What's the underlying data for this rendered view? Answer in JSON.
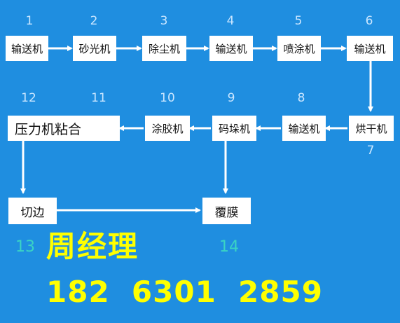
{
  "steps": [
    {
      "num": "1",
      "label": "输送机"
    },
    {
      "num": "2",
      "label": "砂光机"
    },
    {
      "num": "3",
      "label": "除尘机"
    },
    {
      "num": "4",
      "label": "输送机"
    },
    {
      "num": "5",
      "label": "喷涂机"
    },
    {
      "num": "6",
      "label": "输送机"
    },
    {
      "num": "7",
      "label": "烘干机"
    },
    {
      "num": "8",
      "label": "输送机"
    },
    {
      "num": "9",
      "label": "码垛机"
    },
    {
      "num": "10",
      "label": "涂胶机"
    },
    {
      "num": "11",
      "label": ""
    },
    {
      "num": "12",
      "label": "压力机粘合"
    },
    {
      "num": "13",
      "label": "切边"
    },
    {
      "num": "14",
      "label": "覆膜"
    }
  ],
  "contact": {
    "name": "周经理",
    "phone": "182  6301  2859"
  },
  "colors": {
    "background": "#1f8ee0",
    "box": "#ffffff",
    "contact_text": "#ffff00",
    "arrow": "#ffffff"
  }
}
